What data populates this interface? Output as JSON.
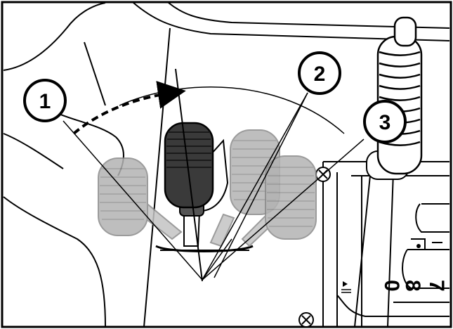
{
  "diagram": {
    "callouts": [
      {
        "label": "1",
        "target": "lever-left-position"
      },
      {
        "label": "2",
        "target": "lever-positions"
      },
      {
        "label": "3",
        "target": "lever-right-position"
      }
    ],
    "scale_marks": [
      "0",
      "8",
      "7"
    ],
    "colors": {
      "outline": "#000000",
      "lever_active": "#3a3a3a",
      "lever_ghost": "#b3b3b3",
      "lever_ghost_stroke": "#8a8a8a",
      "background": "#ffffff"
    },
    "icons": [
      "dashed-arrow-icon",
      "screw-icon"
    ]
  }
}
